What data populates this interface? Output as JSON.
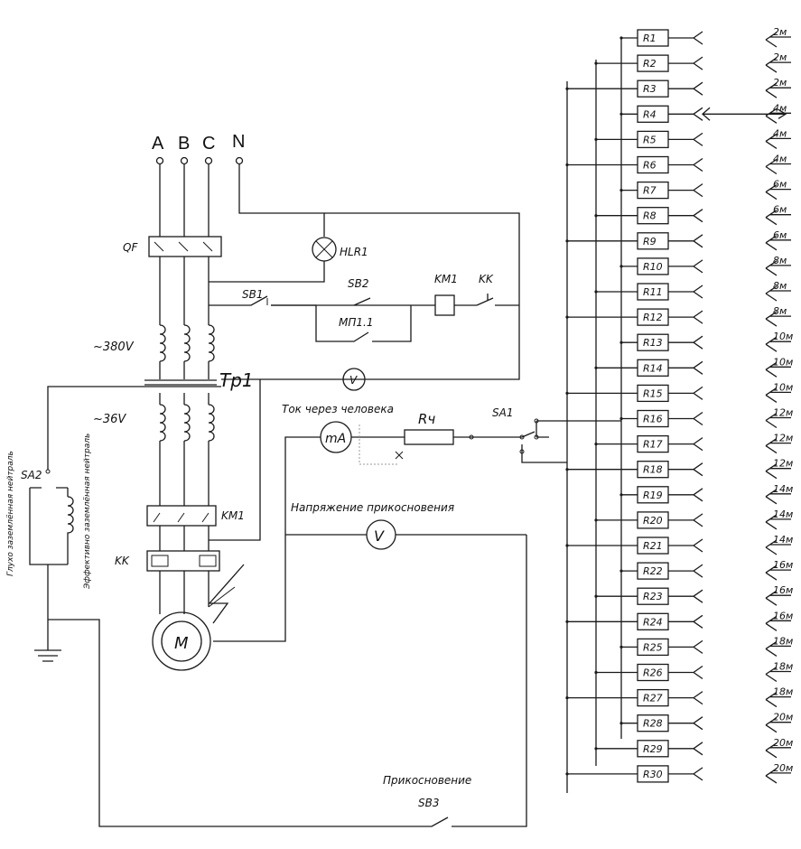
{
  "phases": [
    "A",
    "B",
    "C",
    "N"
  ],
  "labels": {
    "qf": "QF",
    "hlr1": "HLR1",
    "sb1": "SB1",
    "sb2": "SB2",
    "km1_coil": "KM1",
    "kk_contact": "KK",
    "mp": "МП1.1",
    "v380": "~380V",
    "tp1": "Тр1",
    "v36": "~36V",
    "voltmeter1": "V",
    "current_through_human": "Ток через человека",
    "ma": "mA",
    "rh": "Rч",
    "sa1": "SA1",
    "sa2": "SA2",
    "insulated_neutral": "Глухо заземлённая нейтраль",
    "isolated_neutral": "Эффективно заземлённая нейтраль",
    "km1_contacts": "KM1",
    "kk_relay": "KK",
    "touch_voltage": "Напряжение прикосновения",
    "voltmeter2": "V",
    "motor": "M",
    "touch": "Прикосновение",
    "sb3": "SB3"
  },
  "resistors": [
    {
      "name": "R1",
      "dist": "2м"
    },
    {
      "name": "R2",
      "dist": "2м"
    },
    {
      "name": "R3",
      "dist": "2м"
    },
    {
      "name": "R4",
      "dist": "4м"
    },
    {
      "name": "R5",
      "dist": "4м"
    },
    {
      "name": "R6",
      "dist": "4м"
    },
    {
      "name": "R7",
      "dist": "6м"
    },
    {
      "name": "R8",
      "dist": "6м"
    },
    {
      "name": "R9",
      "dist": "6м"
    },
    {
      "name": "R10",
      "dist": "8м"
    },
    {
      "name": "R11",
      "dist": "8м"
    },
    {
      "name": "R12",
      "dist": "8м"
    },
    {
      "name": "R13",
      "dist": "10м"
    },
    {
      "name": "R14",
      "dist": "10м"
    },
    {
      "name": "R15",
      "dist": "10м"
    },
    {
      "name": "R16",
      "dist": "12м"
    },
    {
      "name": "R17",
      "dist": "12м"
    },
    {
      "name": "R18",
      "dist": "12м"
    },
    {
      "name": "R19",
      "dist": "14м"
    },
    {
      "name": "R20",
      "dist": "14м"
    },
    {
      "name": "R21",
      "dist": "14м"
    },
    {
      "name": "R22",
      "dist": "16м"
    },
    {
      "name": "R23",
      "dist": "16м"
    },
    {
      "name": "R24",
      "dist": "16м"
    },
    {
      "name": "R25",
      "dist": "18м"
    },
    {
      "name": "R26",
      "dist": "18м"
    },
    {
      "name": "R27",
      "dist": "18м"
    },
    {
      "name": "R28",
      "dist": "20м"
    },
    {
      "name": "R29",
      "dist": "20м"
    },
    {
      "name": "R30",
      "dist": "20м"
    }
  ]
}
